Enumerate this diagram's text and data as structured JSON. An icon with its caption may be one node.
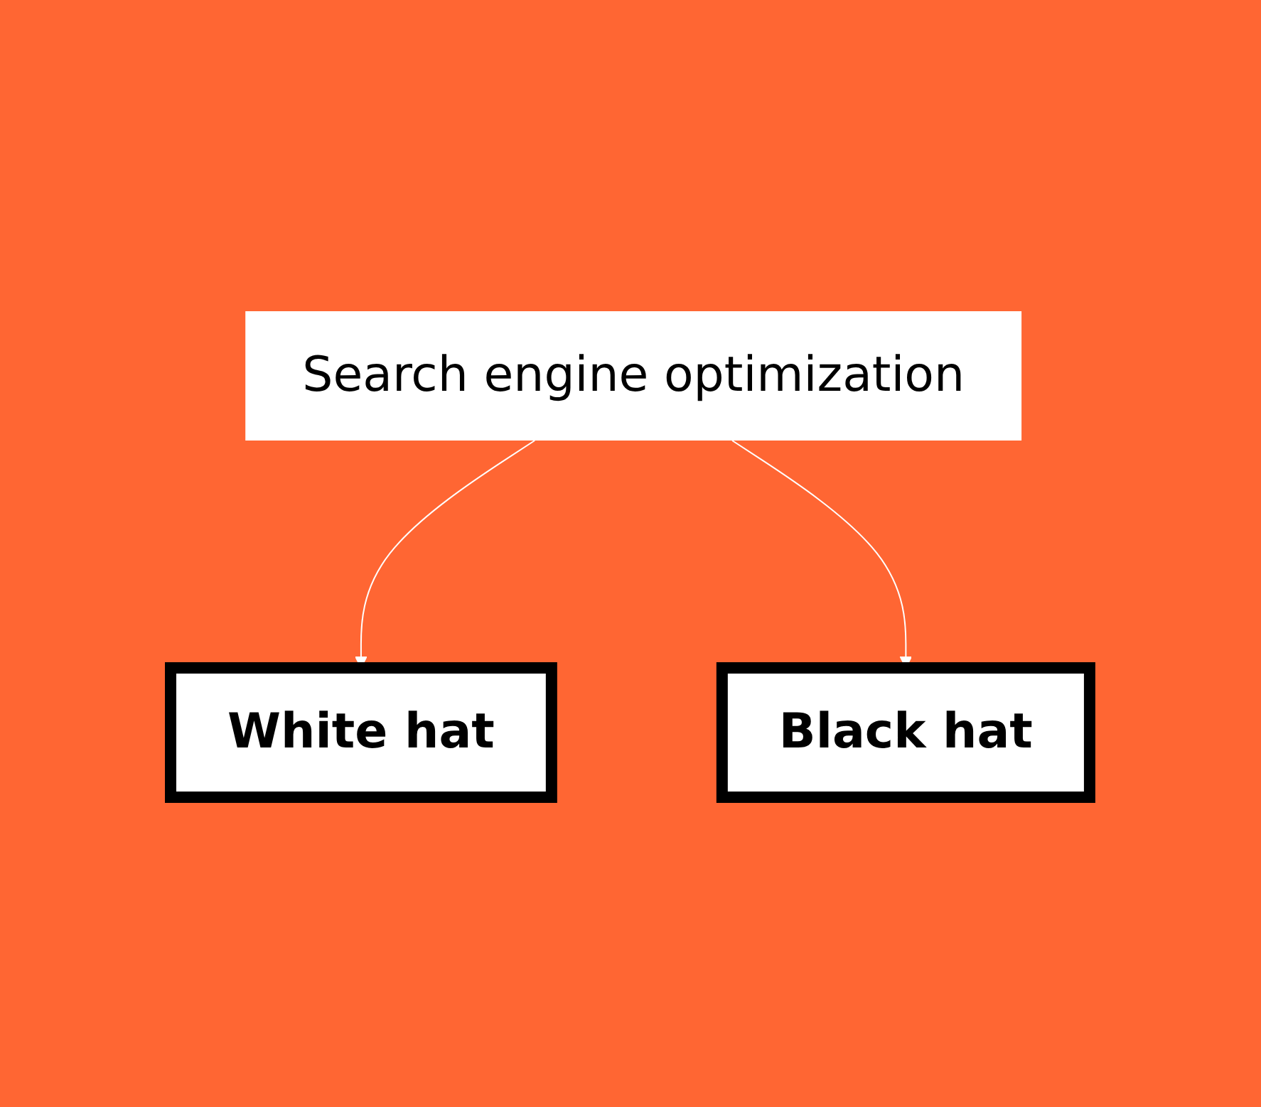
{
  "diagram": {
    "nodes": [
      {
        "text": [
          "Search engine optimization"
        ]
      },
      {
        "text": [
          "White hat"
        ]
      },
      {
        "text": [
          "Black hat"
        ]
      }
    ],
    "edges": [
      {
        "from": 0,
        "to": 1,
        "arrow": "to"
      },
      {
        "from": 0,
        "to": 2,
        "arrow": "to"
      }
    ]
  }
}
